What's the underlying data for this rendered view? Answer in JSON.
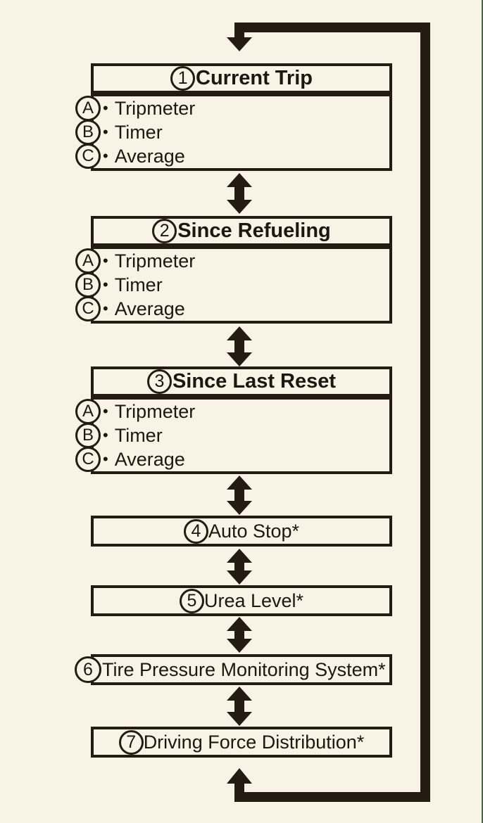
{
  "bullet": "•",
  "boxes": [
    {
      "num": "1",
      "title": "Current Trip",
      "items": [
        {
          "label": "A",
          "text": "Tripmeter"
        },
        {
          "label": "B",
          "text": "Timer"
        },
        {
          "label": "C",
          "text": "Average"
        }
      ]
    },
    {
      "num": "2",
      "title": "Since Refueling",
      "items": [
        {
          "label": "A",
          "text": "Tripmeter"
        },
        {
          "label": "B",
          "text": "Timer"
        },
        {
          "label": "C",
          "text": "Average"
        }
      ]
    },
    {
      "num": "3",
      "title": "Since Last Reset",
      "items": [
        {
          "label": "A",
          "text": "Tripmeter"
        },
        {
          "label": "B",
          "text": "Timer"
        },
        {
          "label": "C",
          "text": "Average"
        }
      ]
    },
    {
      "num": "4",
      "title": "Auto Stop*"
    },
    {
      "num": "5",
      "title": "Urea Level*"
    },
    {
      "num": "6",
      "title": "Tire Pressure Monitoring System*"
    },
    {
      "num": "7",
      "title": "Driving Force Distribution*"
    }
  ],
  "colors": {
    "background": "#f8f4e5",
    "line": "#241b12",
    "page_edge": "#47624f"
  }
}
